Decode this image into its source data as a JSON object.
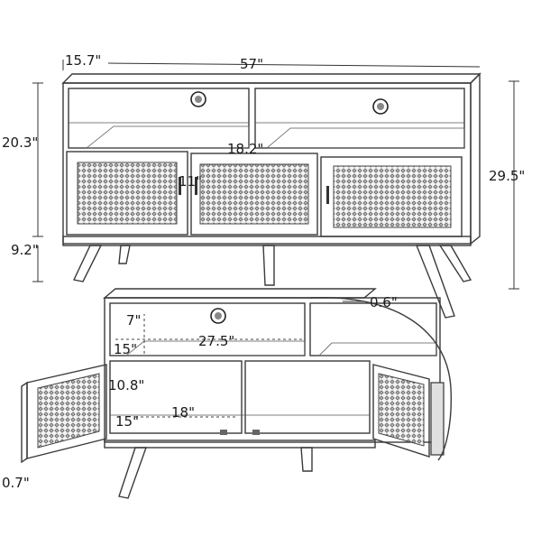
{
  "dimensions": {
    "depth": "15.7\"",
    "width": "57\"",
    "upper_height": "20.3\"",
    "total_height": "29.5\"",
    "door_width": "18.2\"",
    "handle_gap": "11\"",
    "leg_height": "9.2\"",
    "panel_thickness": "0.6\"",
    "shelf_height": "7\"",
    "shelf_width": "27.5\"",
    "shelf_depth": "15\"",
    "cabinet_height": "10.8\"",
    "cabinet_width": "18\"",
    "cabinet_depth": "15\"",
    "door_thickness": "0.7\""
  },
  "colors": {
    "line": "#3a3a3a",
    "rattan": "#6e6e6e",
    "background": "#ffffff"
  }
}
